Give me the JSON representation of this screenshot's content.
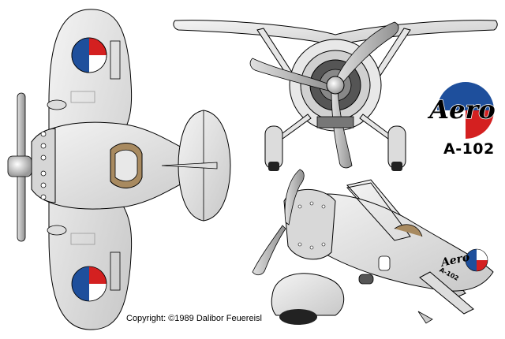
{
  "logo": {
    "wordmark": "Aero",
    "model": "A-102"
  },
  "copyright": "Copyright: ©1989 Dalibor Feuereisl",
  "roundel_colors": {
    "blue": "#1e4f9c",
    "red": "#d42020",
    "white": "#ffffff"
  },
  "views": [
    "top-view",
    "front-view",
    "perspective-view"
  ]
}
